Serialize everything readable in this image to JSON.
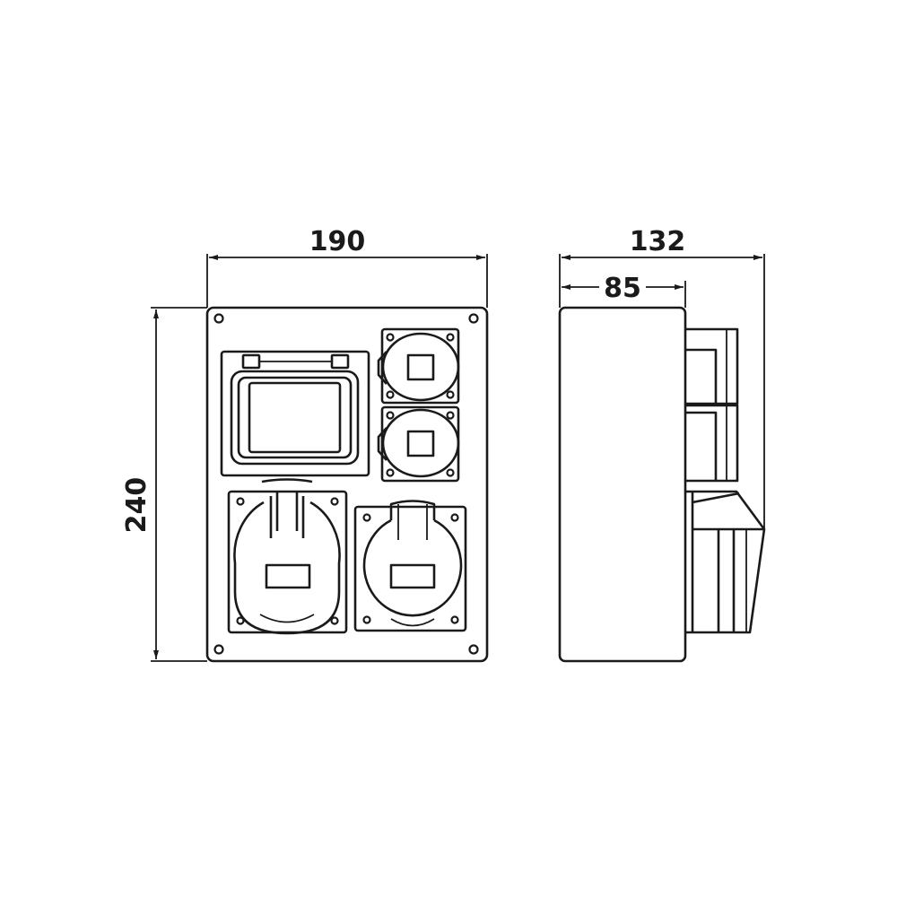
{
  "dimensions": {
    "width": "190",
    "height": "240",
    "depth_total": "132",
    "depth_body": "85"
  }
}
